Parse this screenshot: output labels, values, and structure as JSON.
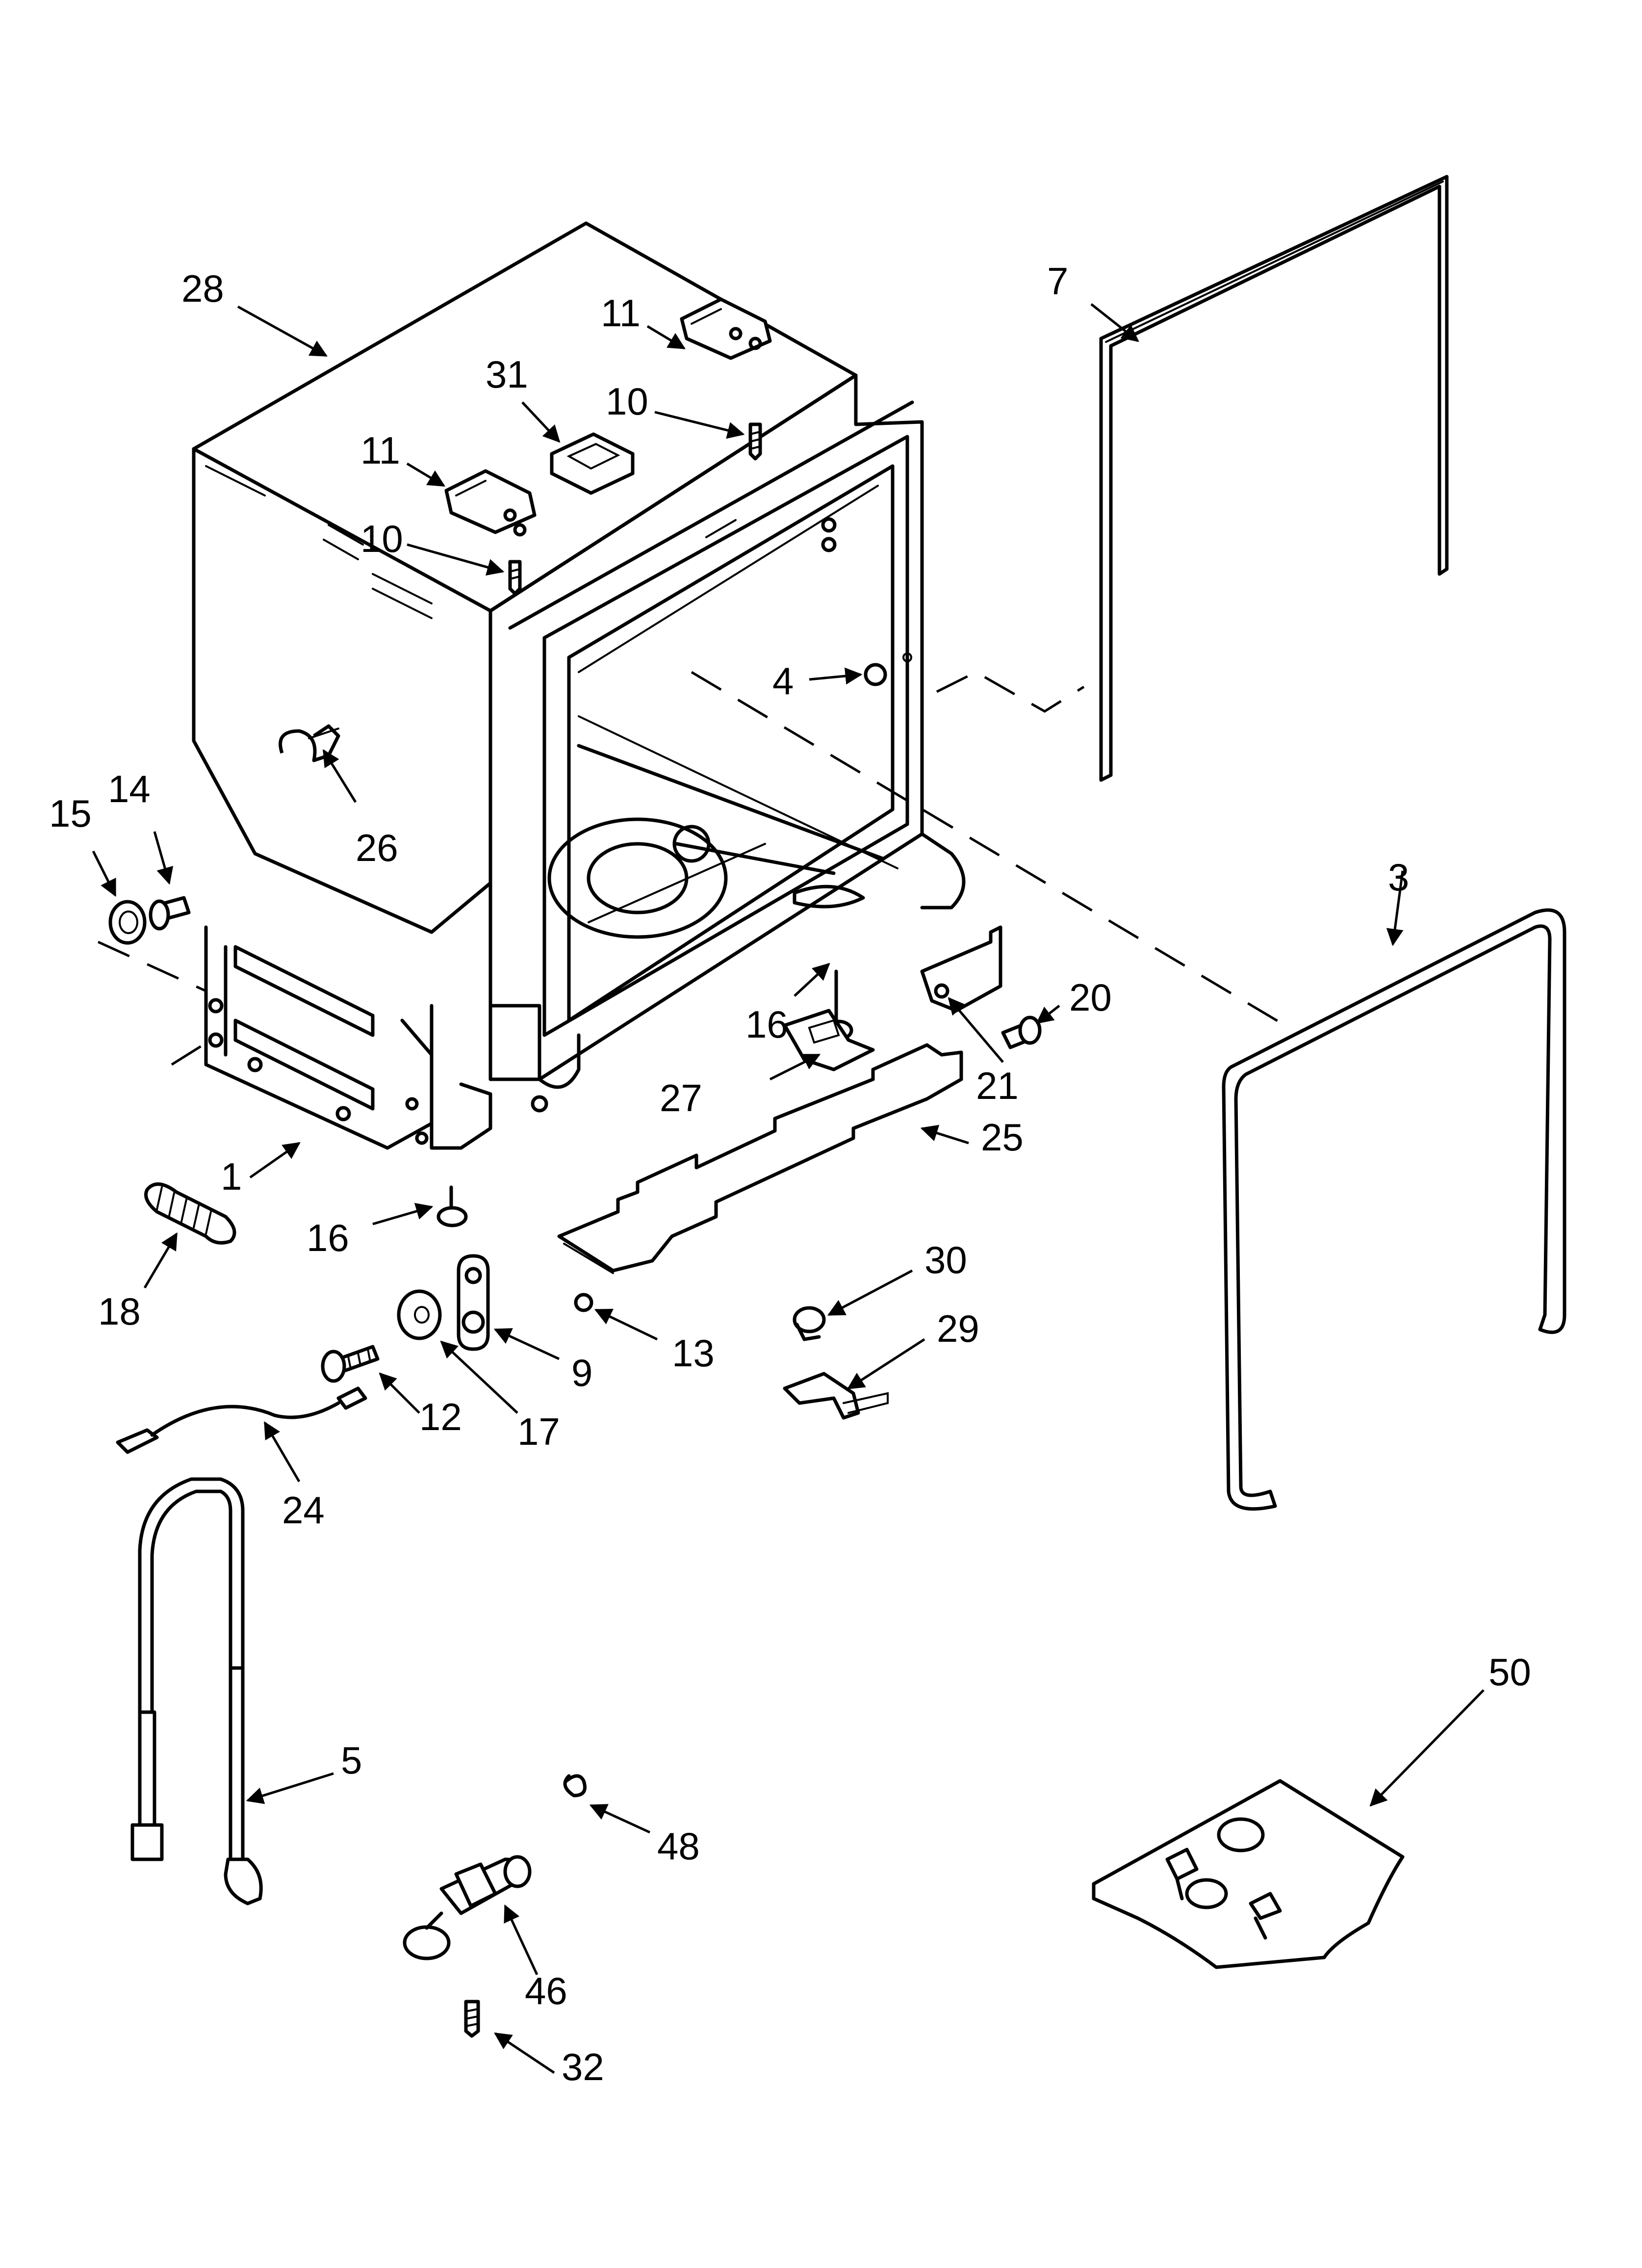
{
  "diagram": {
    "labels": [
      "28",
      "11",
      "31",
      "10",
      "11",
      "10",
      "7",
      "4",
      "26",
      "15",
      "14",
      "3",
      "16",
      "20",
      "21",
      "27",
      "25",
      "1",
      "16",
      "18",
      "30",
      "13",
      "9",
      "29",
      "17",
      "12",
      "24",
      "5",
      "50",
      "48",
      "46",
      "32"
    ]
  }
}
